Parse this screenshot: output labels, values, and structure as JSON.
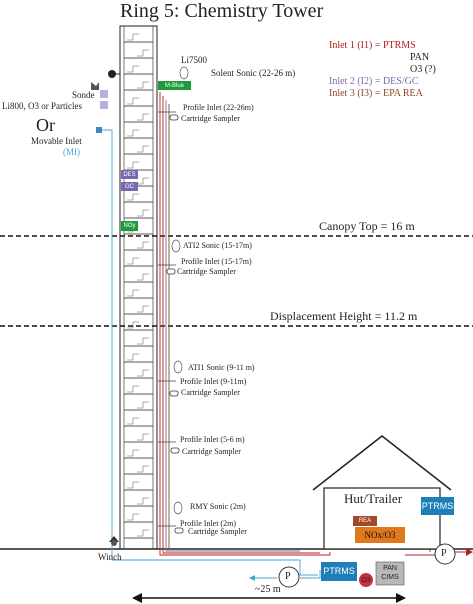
{
  "title": "Ring 5: Chemistry Tower",
  "inlets_legend": {
    "inlet1": "Inlet 1 (I1) = PTRMS",
    "inlet1_pan": "PAN",
    "inlet1_o3": "O3 (?)",
    "inlet2": "Inlet 2 (I2) = DES/GC",
    "inlet3": "Inlet 3 (I3) = EPA REA"
  },
  "levels": {
    "canopy_top": "Canopy Top = 16 m",
    "displacement_height": "Displacement Height = 11.2 m"
  },
  "tower_left": {
    "sonde": "Sonde",
    "li800": "Li800, O3 or Particles",
    "or": "Or",
    "movable_inlet": "Movable Inlet",
    "mi": "(MI)",
    "winch": "Winch"
  },
  "tower_boxes": {
    "mblue": "M-Blue",
    "des": "DES",
    "gc": "GC",
    "noy": "NOy"
  },
  "tower_right": {
    "li7500": "Li7500",
    "solent_sonic": "Solent Sonic (22-26 m)",
    "profile_22": "Profile Inlet (22-26m)",
    "cartridge_22": "Cartridge Sampler",
    "ati2_sonic": "ATI2 Sonic (15-17m)",
    "profile_15": "Profile Inlet (15-17m)",
    "cartridge_15": "Cartridge Sampler",
    "ati1_sonic": "ATI1 Sonic (9-11 m)",
    "profile_9": "Profile Inlet (9-11m)",
    "cartridge_9": "Cartridge Sampler",
    "profile_5": "Profile Inlet (5-6 m)",
    "cartridge_5": "Cartridge Sampler",
    "rmy_sonic": "RMY Sonic (2m)",
    "profile_2": "Profile Inlet (2m)",
    "cartridge_2": "Cartridge Sampler"
  },
  "hut": {
    "label": "Hut/Trailer",
    "rea": "REA",
    "noxo3": "NOx/O3",
    "ptrms_top": "PTRMS",
    "ptrms_bottom": "PTRMS",
    "o3": "O3",
    "pan": "PAN",
    "cims": "CIMS",
    "pump": "P",
    "pump2": "P"
  },
  "distance": "~25 m",
  "colors": {
    "inlet1": "#b42020",
    "inlet2": "#7a6aa8",
    "inlet3": "#8a4a2a",
    "movable": "#4aa3d8",
    "des_gc_box": "#7868b0",
    "green_box": "#1e9a3a",
    "ptrms_box": "#1e7fb8",
    "noxo3_box": "#e0781e",
    "rea_box": "#a04a2a",
    "pan_box": "#b8b8b8",
    "o3_circle": "#c83040"
  }
}
